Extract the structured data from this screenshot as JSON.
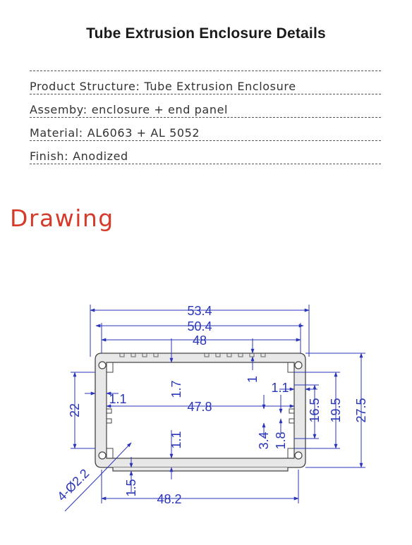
{
  "title": "Tube Extrusion Enclosure Details",
  "specs": [
    {
      "label": "Product Structure:",
      "value": "Tube Extrusion Enclosure"
    },
    {
      "label": "Assemby:",
      "value": "enclosure + end panel"
    },
    {
      "label": "Material:",
      "value": "AL6063 + AL 5052"
    },
    {
      "label": "Finish:",
      "value": "Anodized"
    }
  ],
  "section_heading": "Drawing",
  "drawing": {
    "dims": {
      "overall_width": "53.4",
      "outer_width": "50.4",
      "top_span": "48",
      "inner_width": "47.8",
      "bottom_width": "48.2",
      "overall_height": "27.5",
      "side_height": "22",
      "height_195": "19.5",
      "height_165": "16.5",
      "top_wall": "1.7",
      "top_fin": "1",
      "left_wall": "1.1",
      "right_wall": "1.1",
      "bottom_wall": "1.1",
      "bottom_rail": "1.5",
      "slot_34": "3.4",
      "slot_18": "1.8",
      "holes": "4-Ø2.2"
    },
    "colors": {
      "dimension": "#2a35b8",
      "outline": "#444444",
      "fill": "#e8e8e8"
    }
  }
}
